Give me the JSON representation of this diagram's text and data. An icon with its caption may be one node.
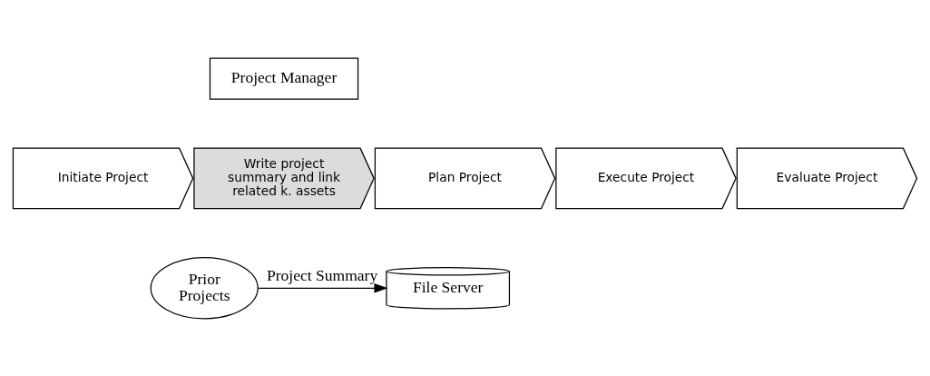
{
  "diagram": {
    "nodes": [
      {
        "text": [
          "Project Manager"
        ]
      },
      {
        "text": [
          "Initiate Project"
        ]
      },
      {
        "text": [
          "Write project summary and link related k. assets"
        ]
      },
      {
        "text": [
          "Plan Project"
        ]
      },
      {
        "text": [
          "Execute Project"
        ]
      },
      {
        "text": [
          "Evaluate Project"
        ]
      },
      {
        "text": [
          "Prior Projects"
        ]
      },
      {
        "text": [
          "File Server"
        ]
      }
    ],
    "edges": [
      {
        "from": 6,
        "to": 7,
        "arrow": "to",
        "label": "Project Summary"
      }
    ]
  }
}
